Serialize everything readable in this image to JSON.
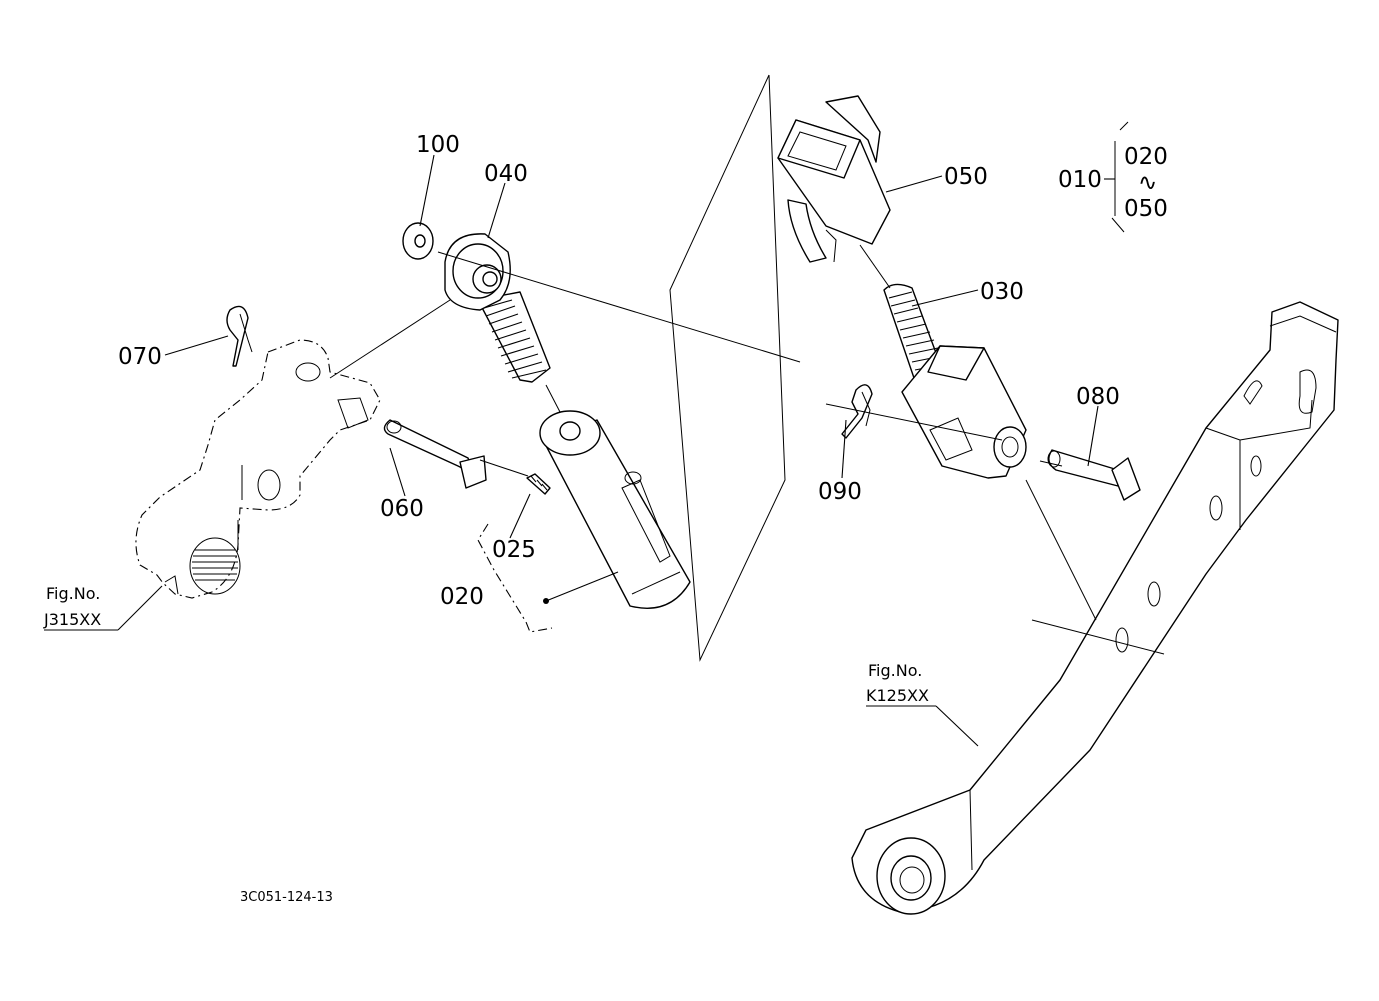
{
  "labels": {
    "p100": "100",
    "p040": "040",
    "p070": "070",
    "p060": "060",
    "p025": "025",
    "p020": "020",
    "p050": "050",
    "p030": "030",
    "p080": "080",
    "p090": "090",
    "p010": "010",
    "range_from": "020",
    "range_to": "050",
    "range_sym": "∿"
  },
  "refs": {
    "left_fig": "Fig.No.",
    "left_code": "J315XX",
    "right_fig": "Fig.No.",
    "right_code": "K125XX"
  },
  "drawing_id": "3C051-124-13"
}
